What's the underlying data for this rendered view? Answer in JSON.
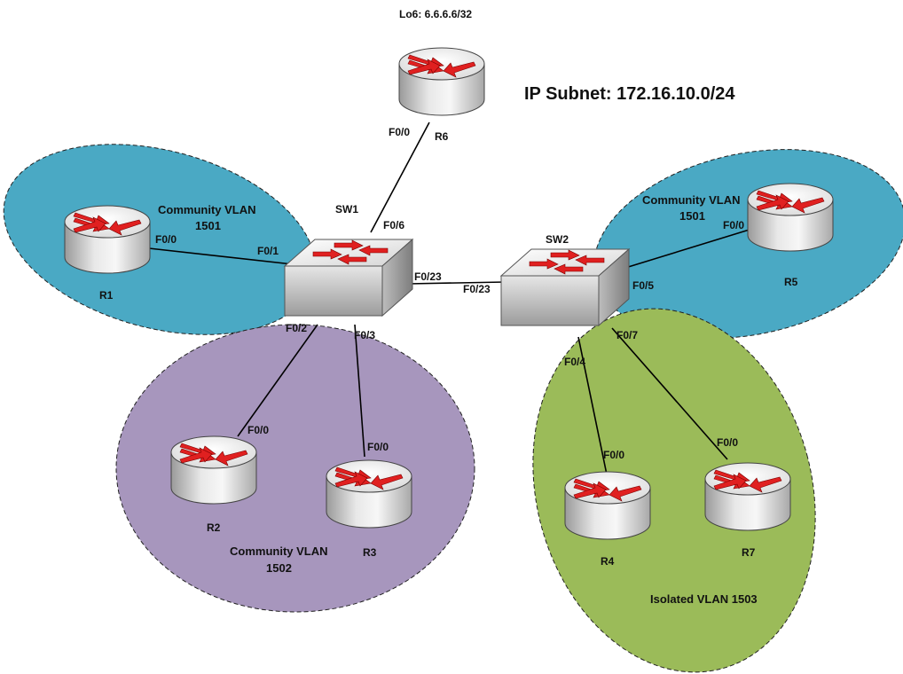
{
  "title": "IP Subnet: 172.16.10.0/24",
  "loopback": "Lo6: 6.6.6.6/32",
  "colors": {
    "community_1501": "#4aa9c4",
    "community_1502": "#a796bd",
    "isolated_1503": "#9bbb59",
    "router_arrow": "#e02020",
    "link": "#000000"
  },
  "zones": {
    "left_1501": {
      "line1": "Community VLAN",
      "line2": "1501"
    },
    "right_1501": {
      "line1": "Community VLAN",
      "line2": "1501"
    },
    "vlan_1502": {
      "line1": "Community VLAN",
      "line2": "1502"
    },
    "vlan_1503": {
      "line1": "Isolated VLAN 1503"
    }
  },
  "devices": {
    "R1": "R1",
    "R2": "R2",
    "R3": "R3",
    "R4": "R4",
    "R5": "R5",
    "R6": "R6",
    "R7": "R7",
    "SW1": "SW1",
    "SW2": "SW2"
  },
  "ports": {
    "r1_f00": "F0/0",
    "sw1_f01": "F0/1",
    "r6_f00": "F0/0",
    "sw1_f06": "F0/6",
    "sw1_f023": "F0/23",
    "sw2_f023": "F0/23",
    "sw1_f02": "F0/2",
    "r2_f00": "F0/0",
    "sw1_f03": "F0/3",
    "r3_f00": "F0/0",
    "sw2_f05": "F0/5",
    "r5_f00": "F0/0",
    "sw2_f04": "F0/4",
    "r4_f00": "F0/0",
    "sw2_f07": "F0/7",
    "r7_f00": "F0/0"
  }
}
